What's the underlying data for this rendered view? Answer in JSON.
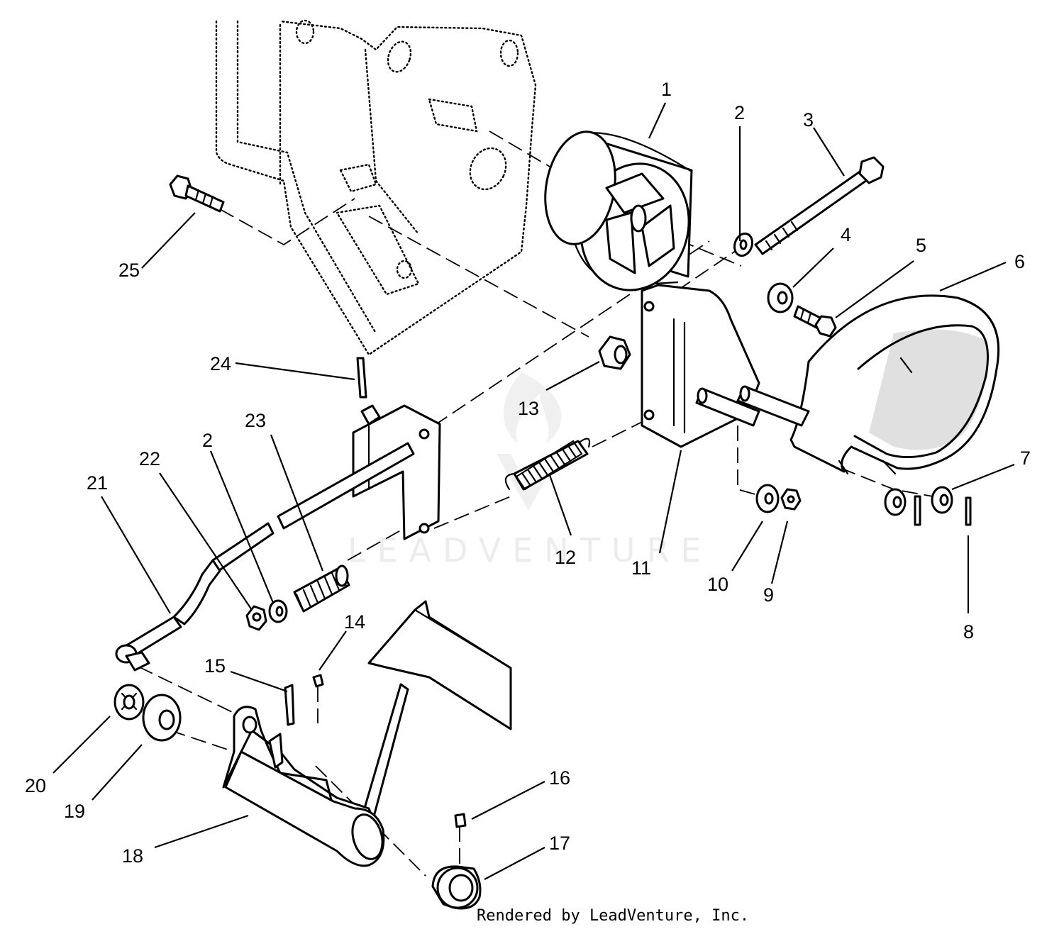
{
  "diagram": {
    "watermark": "LEADVENTURE",
    "credit": "Rendered by LeadVenture, Inc.",
    "callouts": [
      {
        "id": "c1",
        "label": "1"
      },
      {
        "id": "c2a",
        "label": "2"
      },
      {
        "id": "c3",
        "label": "3"
      },
      {
        "id": "c4",
        "label": "4"
      },
      {
        "id": "c5",
        "label": "5"
      },
      {
        "id": "c6",
        "label": "6"
      },
      {
        "id": "c7",
        "label": "7"
      },
      {
        "id": "c8",
        "label": "8"
      },
      {
        "id": "c9",
        "label": "9"
      },
      {
        "id": "c10",
        "label": "10"
      },
      {
        "id": "c11",
        "label": "11"
      },
      {
        "id": "c12",
        "label": "12"
      },
      {
        "id": "c13",
        "label": "13"
      },
      {
        "id": "c14",
        "label": "14"
      },
      {
        "id": "c15",
        "label": "15"
      },
      {
        "id": "c16",
        "label": "16"
      },
      {
        "id": "c17",
        "label": "17"
      },
      {
        "id": "c18",
        "label": "18"
      },
      {
        "id": "c19",
        "label": "19"
      },
      {
        "id": "c20",
        "label": "20"
      },
      {
        "id": "c21",
        "label": "21"
      },
      {
        "id": "c22",
        "label": "22"
      },
      {
        "id": "c2b",
        "label": "2"
      },
      {
        "id": "c23",
        "label": "23"
      },
      {
        "id": "c24",
        "label": "24"
      },
      {
        "id": "c25",
        "label": "25"
      }
    ]
  }
}
